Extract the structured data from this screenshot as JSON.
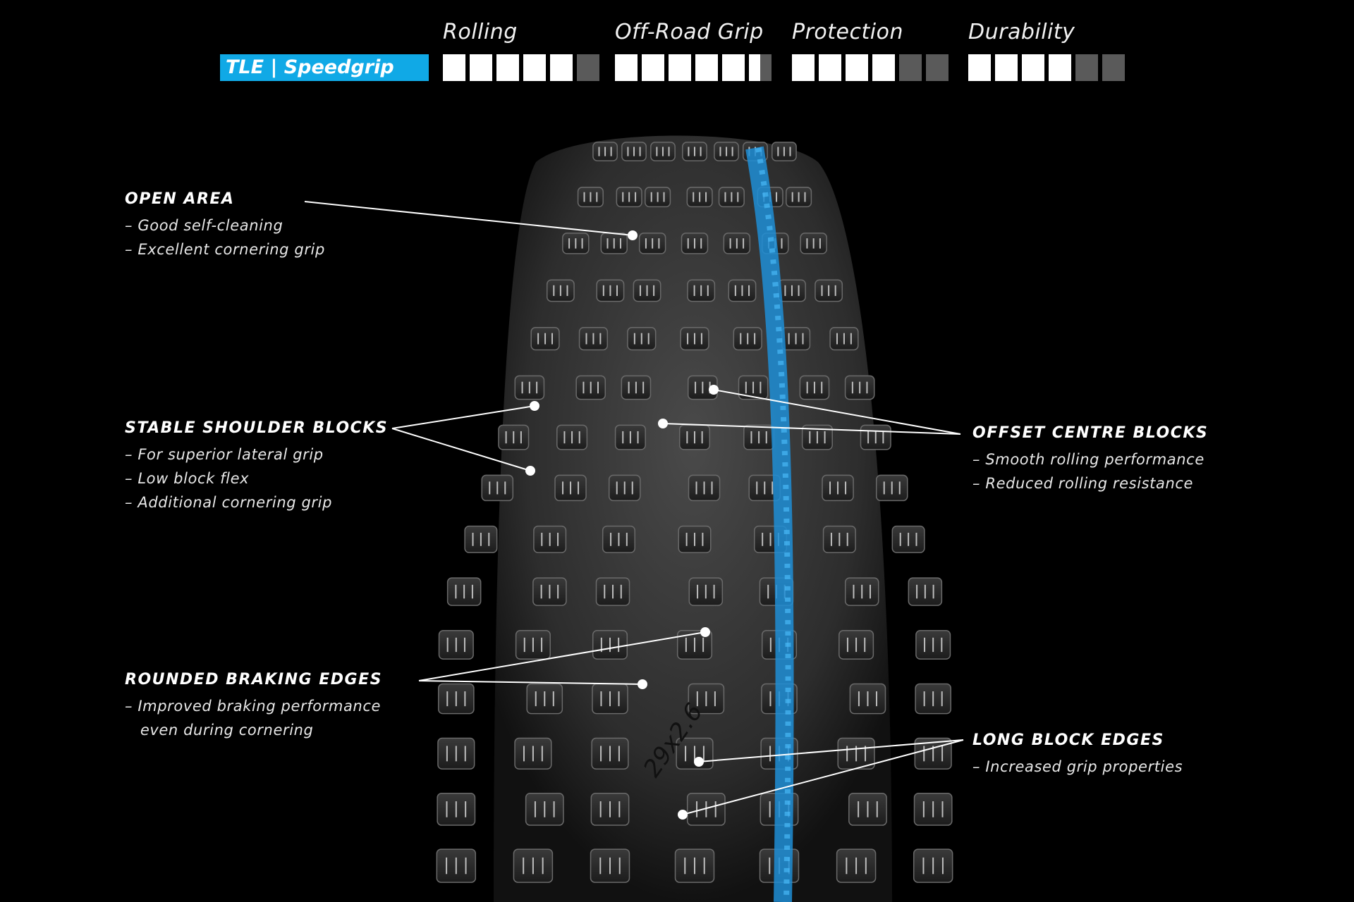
{
  "ratings": {
    "model": "TLE | Speedgrip",
    "headers": [
      "Rolling",
      "Off-Road Grip",
      "Protection",
      "Durability"
    ],
    "scores": [
      {
        "category": "Rolling",
        "value": 5,
        "max": 6
      },
      {
        "category": "Off-Road Grip",
        "value": 5.5,
        "max": 6
      },
      {
        "category": "Protection",
        "value": 4,
        "max": 6
      },
      {
        "category": "Durability",
        "value": 4,
        "max": 6
      }
    ]
  },
  "colors": {
    "accent": "#10a9e6",
    "background": "#000000",
    "tread": "#2b2b2b",
    "casing": "#3a3a3a"
  },
  "tyre_marking": "29x2.6",
  "callouts": {
    "open_area": {
      "title": "OPEN AREA",
      "lines": [
        "– Good self-cleaning",
        "– Excellent cornering grip"
      ]
    },
    "shoulder": {
      "title": "STABLE SHOULDER BLOCKS",
      "lines": [
        "– For superior lateral grip",
        "– Low block flex",
        "– Additional cornering grip"
      ]
    },
    "braking": {
      "title": "ROUNDED BRAKING EDGES",
      "lines": [
        "– Improved braking performance",
        "   even during cornering"
      ]
    },
    "offset": {
      "title": "OFFSET CENTRE BLOCKS",
      "lines": [
        "– Smooth rolling performance",
        "– Reduced rolling resistance"
      ]
    },
    "long_edges": {
      "title": "LONG BLOCK EDGES",
      "lines": [
        "– Increased grip properties"
      ]
    }
  }
}
